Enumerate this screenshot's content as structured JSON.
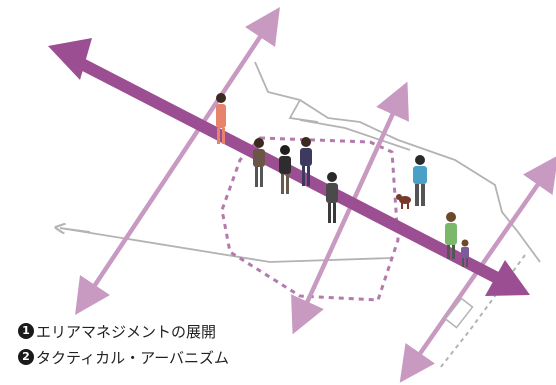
{
  "legend": {
    "items": [
      {
        "number": "1",
        "label": "エリアマネジメントの展開"
      },
      {
        "number": "2",
        "label": "タクティカル・アーバニズム"
      }
    ]
  },
  "colors": {
    "main_arrow": "#9b4f92",
    "light_arrow": "#c89ac2",
    "grey_path": "#b3b3b3",
    "dashed_area": "#b47aad",
    "text": "#222222"
  },
  "figures": [
    {
      "name": "woman-orange",
      "color": "#e8836b"
    },
    {
      "name": "person-brown",
      "color": "#6b5546"
    },
    {
      "name": "person-black",
      "color": "#2d2d2d"
    },
    {
      "name": "person-navy",
      "color": "#3c3a5e"
    },
    {
      "name": "man-suit",
      "color": "#4a4a4a"
    },
    {
      "name": "man-blue",
      "color": "#4aa0c6"
    },
    {
      "name": "woman-green",
      "color": "#7bb86c"
    },
    {
      "name": "child-purple",
      "color": "#7a5a99"
    },
    {
      "name": "dog",
      "color": "#7a3a2a"
    }
  ]
}
